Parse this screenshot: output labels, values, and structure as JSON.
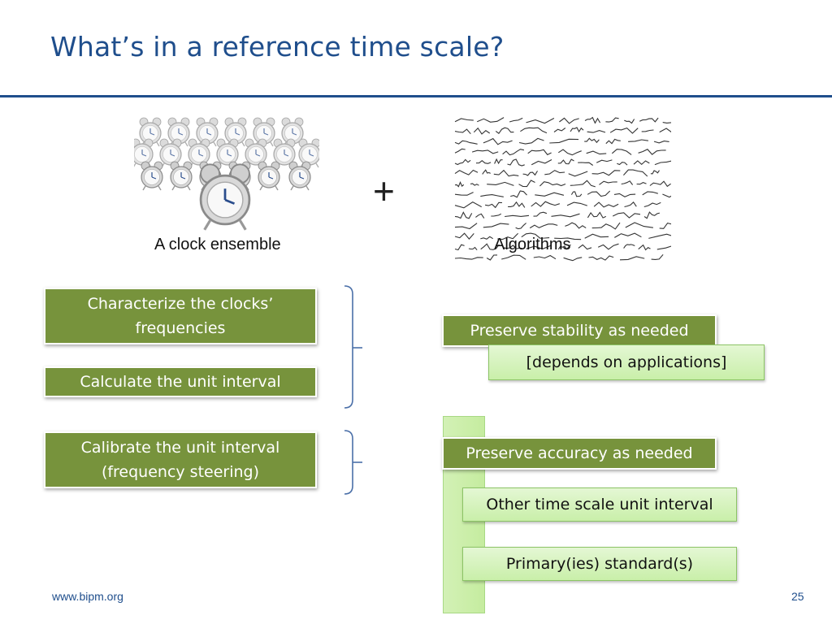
{
  "slide": {
    "title": "What’s in a reference time scale?",
    "plus_sign": "+",
    "footer_url": "www.bipm.org",
    "page_number": "25"
  },
  "images": {
    "clock_caption": "A clock ensemble",
    "algorithms_caption": "Algorithms"
  },
  "left_boxes": {
    "characterize_line1": "Characterize the clocks’",
    "characterize_line2": "frequencies",
    "calculate": "Calculate the unit interval",
    "calibrate_line1": "Calibrate the unit interval",
    "calibrate_line2": "(frequency steering)"
  },
  "right_boxes": {
    "stability": "Preserve stability as needed",
    "depends": "[depends on applications]",
    "accuracy": "Preserve accuracy as needed",
    "other_ts": "Other time scale unit interval",
    "primary": "Primary(ies) standard(s)"
  },
  "colors": {
    "title_blue": "#1f4e8c",
    "dark_green": "#77933c",
    "light_green": "#d6f5bd",
    "bracket_blue": "#4a6fa8"
  },
  "icons": [
    "alarm-clock-icon",
    "formula-texture"
  ]
}
